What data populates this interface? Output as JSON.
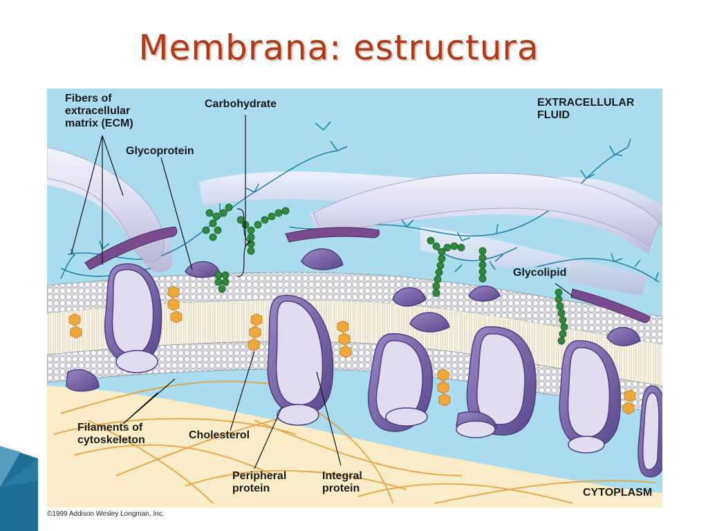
{
  "slide": {
    "title": "Membrana: estructura",
    "colors": {
      "title": "#b03a16",
      "extracellular": "#a9dcec",
      "cytoplasm": "#fbecc8",
      "protein": "#7c67a8",
      "protein_light": "#e1dcee",
      "carbohydrate": "#2e8a3a",
      "cholesterol": "#f0a83a",
      "ecm_fiber": "#e2e3f1",
      "filament": "#e8a23c",
      "accent": "#1d6d94"
    }
  },
  "diagram": {
    "labels": {
      "fibers_ecm": "Fibers of\nextracellular\nmatrix (ECM)",
      "carbohydrate": "Carbohydrate",
      "glycoprotein": "Glycoprotein",
      "extracellular_fluid": "EXTRACELLULAR\nFLUID",
      "glycolipid": "Glycolipid",
      "filaments_cytoskeleton": "Filaments of\ncytoskeleton",
      "cholesterol": "Cholesterol",
      "peripheral_protein": "Peripheral\nprotein",
      "integral_protein": "Integral\nprotein",
      "cytoplasm": "CYTOPLASM"
    },
    "copyright": "©1999 Addison Wesley Longman, Inc."
  }
}
